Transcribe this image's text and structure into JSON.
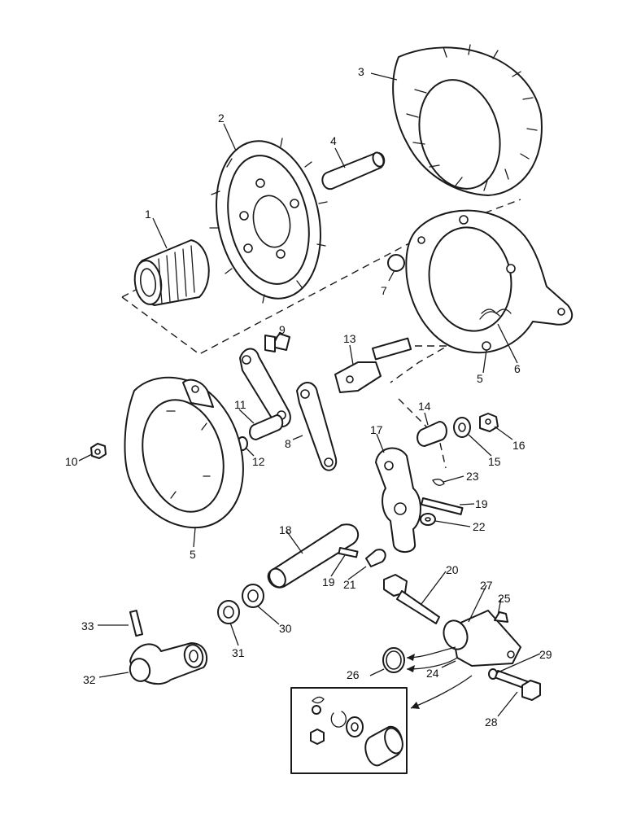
{
  "diagram": {
    "type": "exploded parts diagram",
    "callouts": [
      {
        "id": "c1",
        "text": "1"
      },
      {
        "id": "c2",
        "text": "2"
      },
      {
        "id": "c3",
        "text": "3"
      },
      {
        "id": "c4",
        "text": "4"
      },
      {
        "id": "c5a",
        "text": "5"
      },
      {
        "id": "c6",
        "text": "6"
      },
      {
        "id": "c7",
        "text": "7"
      },
      {
        "id": "c8",
        "text": "8"
      },
      {
        "id": "c9",
        "text": "9"
      },
      {
        "id": "c10",
        "text": "10"
      },
      {
        "id": "c11",
        "text": "11"
      },
      {
        "id": "c12",
        "text": "12"
      },
      {
        "id": "c13",
        "text": "13"
      },
      {
        "id": "c14",
        "text": "14"
      },
      {
        "id": "c15",
        "text": "15"
      },
      {
        "id": "c16",
        "text": "16"
      },
      {
        "id": "c17",
        "text": "17"
      },
      {
        "id": "c18",
        "text": "18"
      },
      {
        "id": "c19a",
        "text": "19"
      },
      {
        "id": "c19b",
        "text": "19"
      },
      {
        "id": "c20",
        "text": "20"
      },
      {
        "id": "c21",
        "text": "21"
      },
      {
        "id": "c22",
        "text": "22"
      },
      {
        "id": "c23",
        "text": "23"
      },
      {
        "id": "c24",
        "text": "24"
      },
      {
        "id": "c25",
        "text": "25"
      },
      {
        "id": "c26",
        "text": "26"
      },
      {
        "id": "c27",
        "text": "27"
      },
      {
        "id": "c28",
        "text": "28"
      },
      {
        "id": "c29",
        "text": "29"
      },
      {
        "id": "c30",
        "text": "30"
      },
      {
        "id": "c31",
        "text": "31"
      },
      {
        "id": "c32",
        "text": "32"
      },
      {
        "id": "c33",
        "text": "33"
      },
      {
        "id": "c5b",
        "text": "5"
      }
    ]
  }
}
